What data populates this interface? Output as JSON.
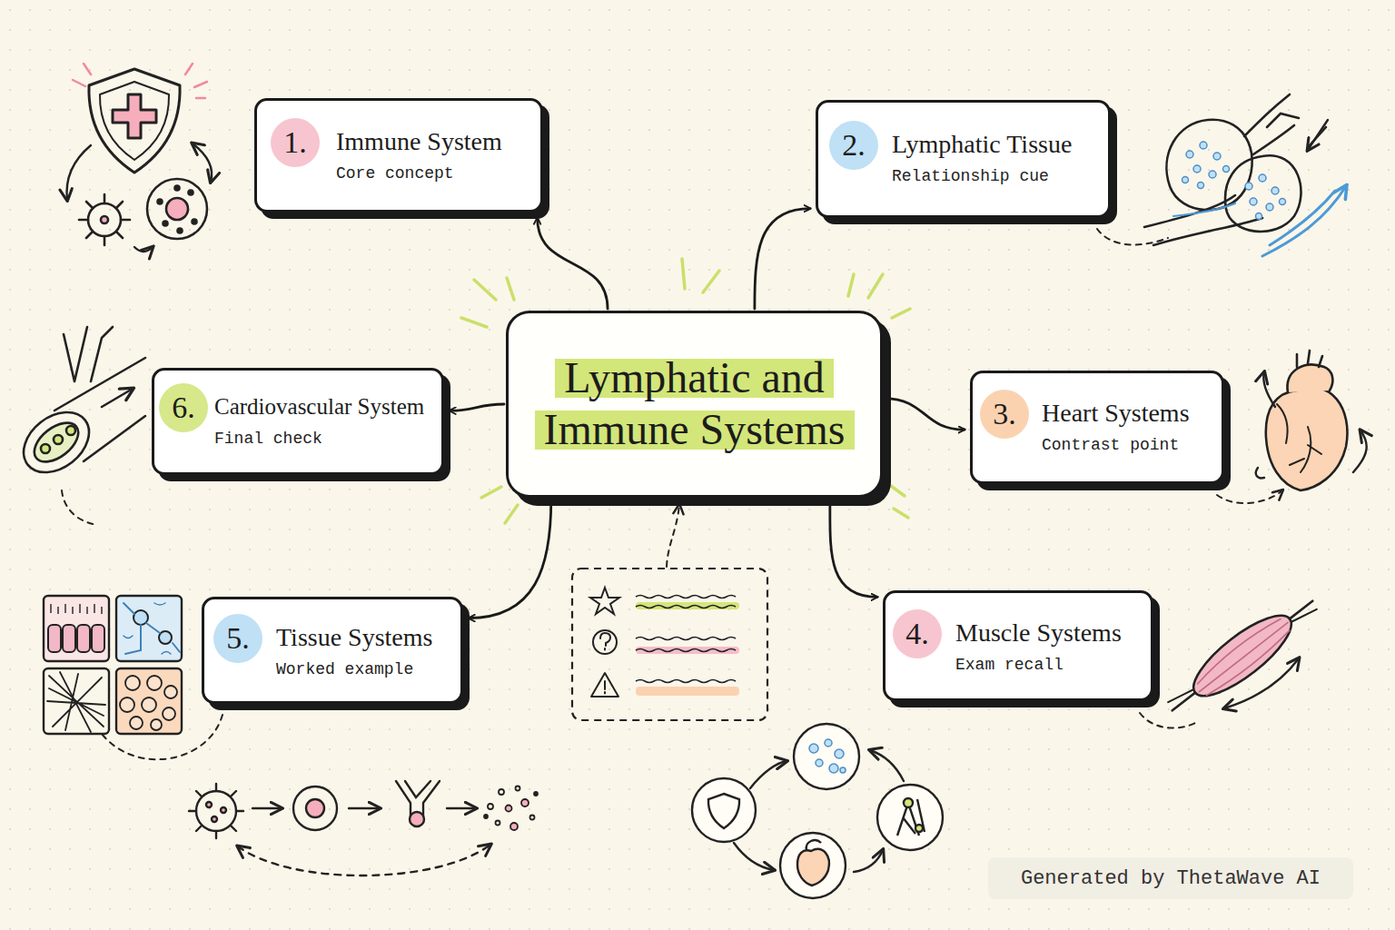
{
  "diagram": {
    "nodes": [
      {
        "text": [
          "Lymphatic and Immune Systems"
        ]
      },
      {
        "text": [
          "Immune System",
          "Core concept"
        ]
      },
      {
        "text": [
          "1."
        ],
        "in": 1
      },
      {
        "text": [
          "Lymphatic Tissue",
          "Relationship cue"
        ]
      },
      {
        "text": [
          "2."
        ],
        "in": 3
      },
      {
        "text": [
          "Heart Systems",
          "Contrast point"
        ]
      },
      {
        "text": [
          "3."
        ],
        "in": 5
      },
      {
        "text": [
          "Muscle Systems",
          "Exam recall"
        ]
      },
      {
        "text": [
          "4."
        ],
        "in": 7
      },
      {
        "text": [
          "Tissue Systems",
          "Worked example"
        ]
      },
      {
        "text": [
          "5."
        ],
        "in": 9
      },
      {
        "text": [
          "Cardiovascular System",
          "Final check"
        ]
      },
      {
        "text": [
          "6."
        ],
        "in": 11
      }
    ],
    "edges": [
      {
        "from": 0,
        "to": 1,
        "arrow": "to"
      },
      {
        "from": 0,
        "to": 3,
        "arrow": "to"
      },
      {
        "from": 0,
        "to": 5,
        "arrow": "to"
      },
      {
        "from": 0,
        "to": 7,
        "arrow": "to"
      },
      {
        "from": 0,
        "to": 9,
        "arrow": "to"
      },
      {
        "from": 0,
        "to": 11,
        "arrow": "to"
      }
    ],
    "labels": [
      "Generated by ThetaWave AI"
    ]
  }
}
